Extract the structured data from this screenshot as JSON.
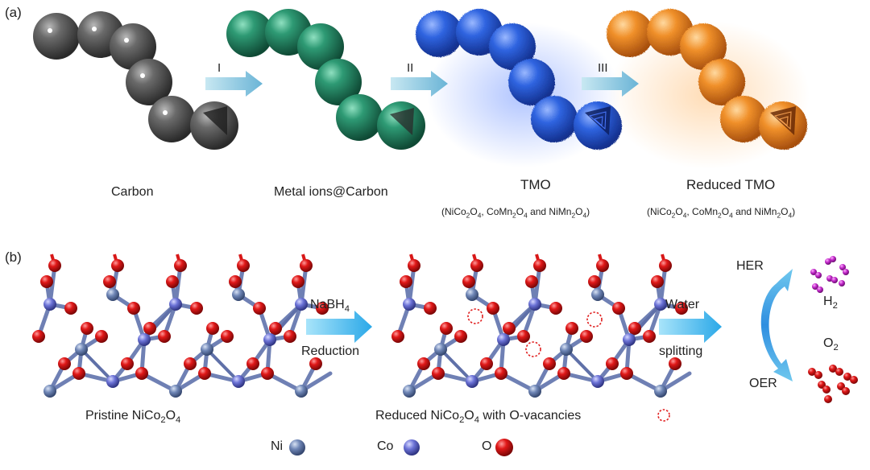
{
  "panel_a": {
    "label": "(a)",
    "steps": [
      "I",
      "II",
      "III"
    ],
    "carbon": "Carbon",
    "metal_ions": "Metal ions@Carbon",
    "tmo": "TMO",
    "tmo_sub_open": "(NiCo",
    "tmo_sub_mid1": ", CoMn",
    "tmo_sub_mid2": " and NiMn",
    "tmo_sub_close": ")",
    "reduced_tmo": "Reduced TMO",
    "num_2": "2",
    "num_4": "4"
  },
  "panel_b": {
    "label": "(b)",
    "nabh_prefix": "NaBH",
    "reduction": "Reduction",
    "water": "Water",
    "splitting": "splitting",
    "her": "HER",
    "oer": "OER",
    "h": "H",
    "o": "O",
    "pristine_prefix": "Pristine NiCo",
    "reduced_prefix": "Reduced NiCo",
    "reduced_suffix": " with O-vacancies",
    "num_2": "2",
    "num_4": "4",
    "legend_ni": "Ni",
    "legend_co": "Co",
    "legend_o": "O"
  },
  "colors": {
    "carbon": "#5a5a5a",
    "metal_ions": "#2e8c6a",
    "tmo": "#2f64e0",
    "reduced_tmo": "#f0902a",
    "ni": "#6f86b6",
    "co": "#6b72d6",
    "o": "#d81818",
    "arrow": "#7fc8e8"
  }
}
